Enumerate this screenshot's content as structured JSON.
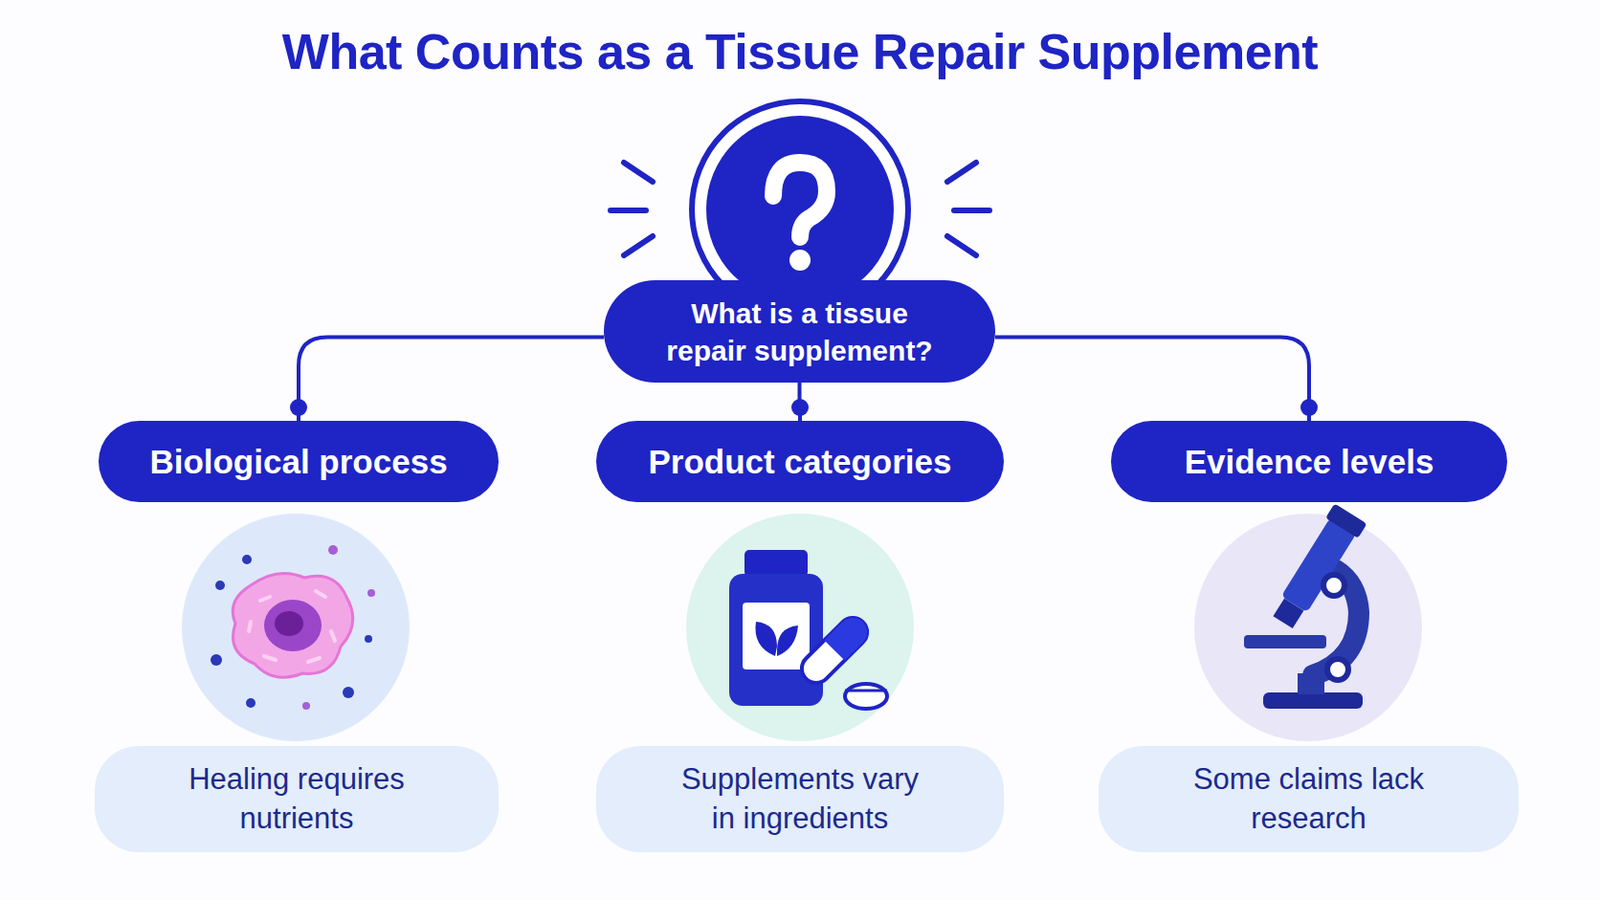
{
  "diagram": {
    "title": "What Counts as a Tissue Repair Supplement",
    "nodes": [
      {
        "text": [
          "What is a tissue repair supplement?"
        ]
      },
      {
        "text": [
          "Biological process"
        ]
      },
      {
        "text": [
          "Product categories"
        ]
      },
      {
        "text": [
          "Evidence levels"
        ]
      },
      {
        "text": [
          "Healing requires nutrients"
        ]
      },
      {
        "text": [
          "Supplements vary in ingredients"
        ]
      },
      {
        "text": [
          "Some claims lack research"
        ]
      }
    ],
    "edges": [
      {
        "from": 0,
        "to": 1,
        "arrow": "none"
      },
      {
        "from": 0,
        "to": 2,
        "arrow": "none"
      },
      {
        "from": 0,
        "to": 3,
        "arrow": "none"
      }
    ]
  }
}
